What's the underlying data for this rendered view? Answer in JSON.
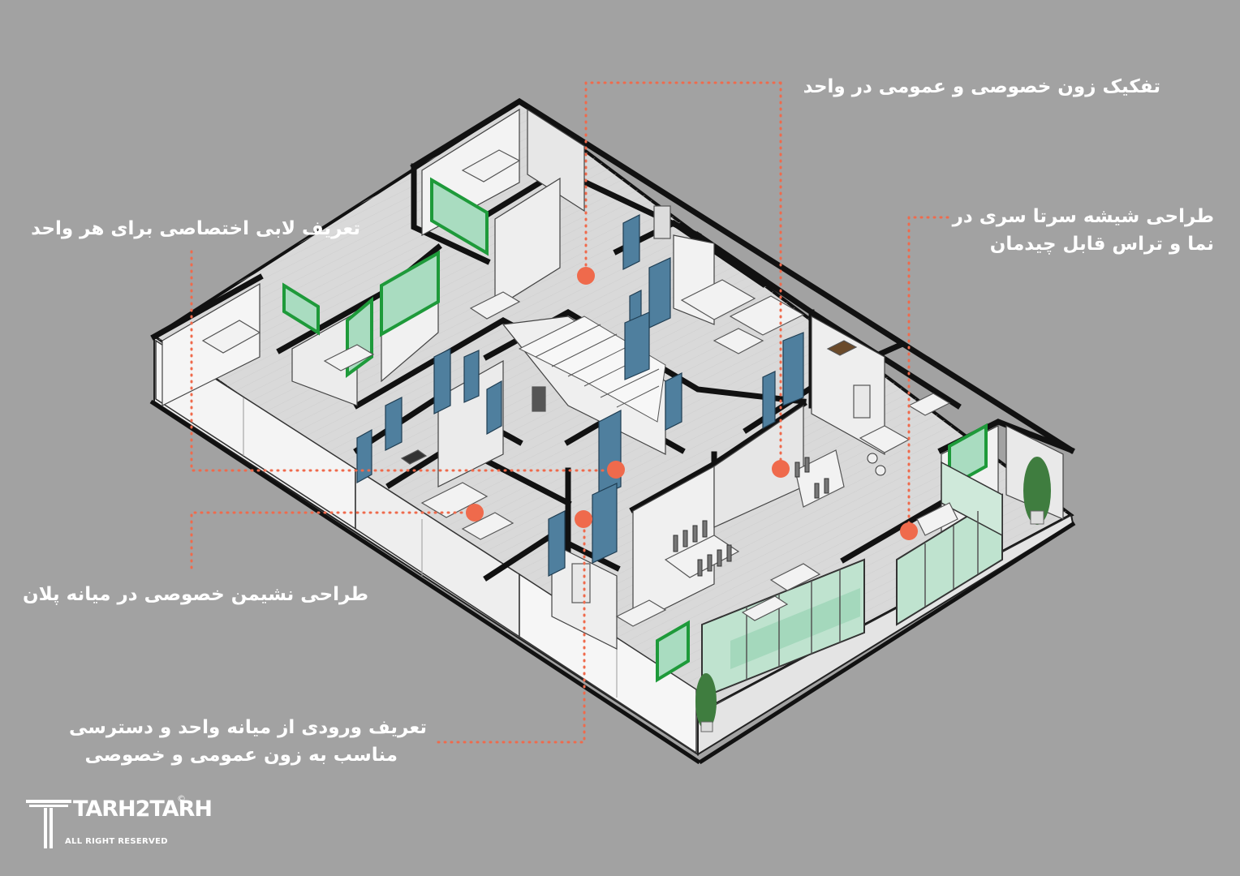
{
  "annotations": {
    "zones": "تفکیک زون خصوصی و عمومی در واحد",
    "lobby": "تعریف لابی اختصاصی برای هر واحد",
    "glass_line1": "طراحی شیشه  سرتا سری در",
    "glass_line2": "نما  و تراس قابل چیدمان",
    "sitting": "طراحی نشیمن خصوصی در میانه  پلان",
    "entry_line1": "تعریف ورودی از میانه واحد و دسترسی",
    "entry_line2": "مناسب به زون عمومی و خصوصی"
  },
  "logo": {
    "name": "TARH2TARH",
    "tagline": "ALL RIGHT RESERVED",
    "copyright": "©"
  },
  "colors": {
    "background": "#a2a2a2",
    "callout": "#ef6a4c",
    "wall": "#111111",
    "floor": "#d8d8d8",
    "door": "#4f7f9e",
    "glass": "#a9dcc0",
    "window_frame": "#1e9a3a",
    "plant": "#3f7d3f"
  }
}
